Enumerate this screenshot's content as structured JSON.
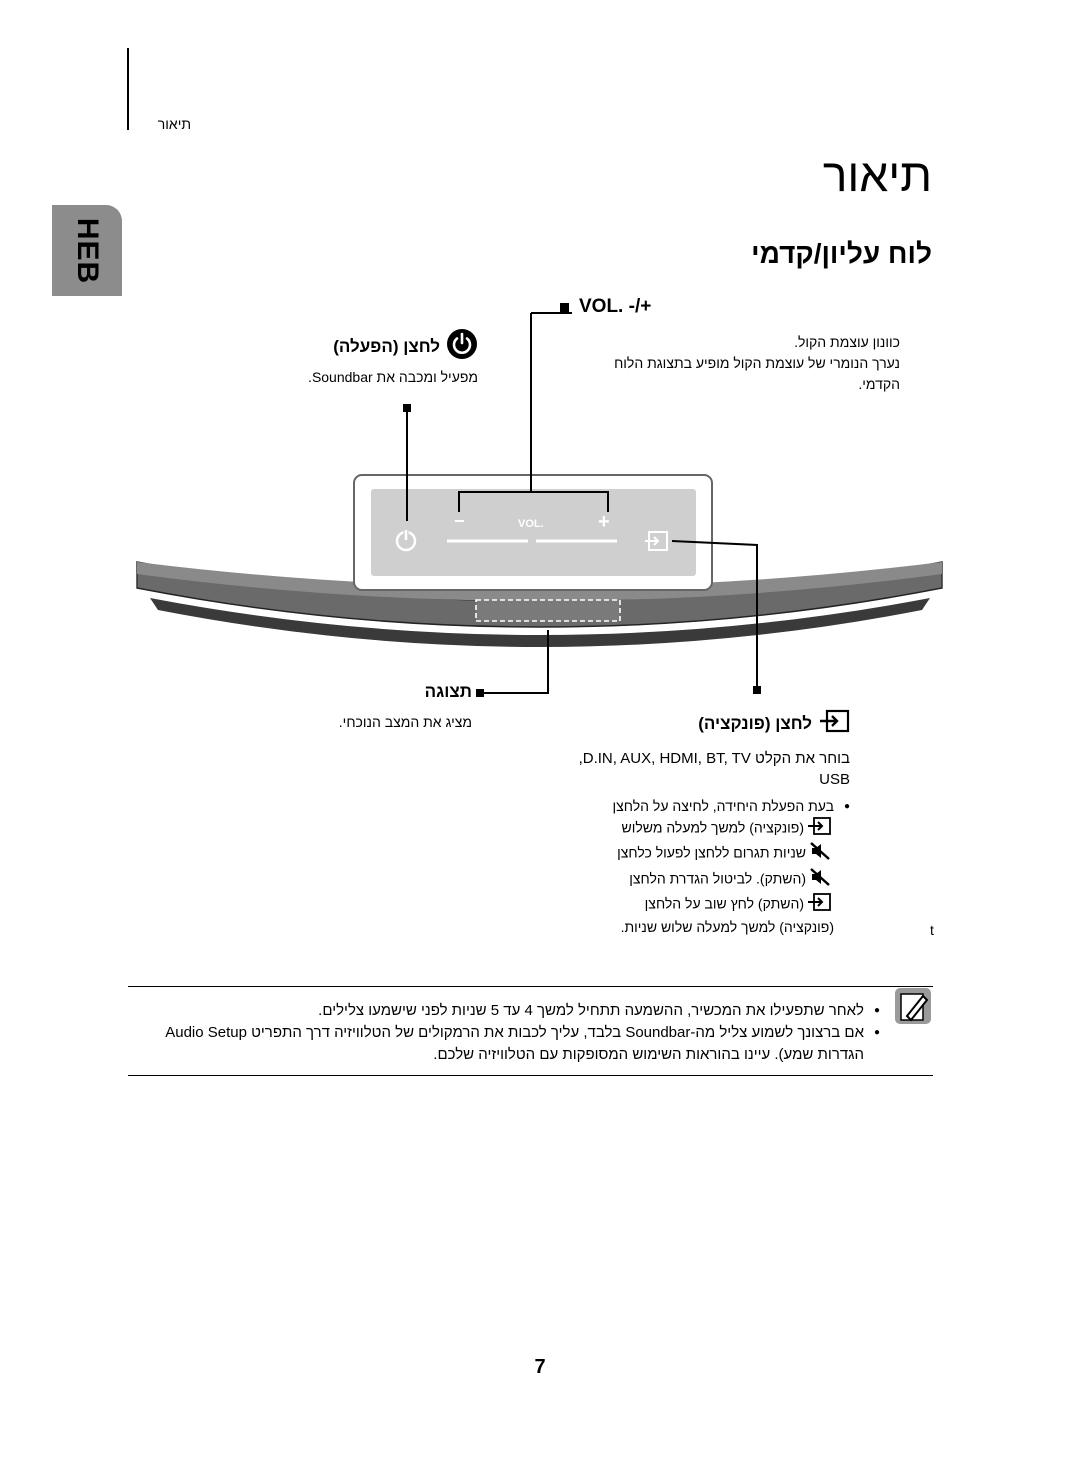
{
  "header": {
    "breadcrumb": "תיאור"
  },
  "page_title": "תיאור",
  "language_tab": "HEB",
  "section_title": "לוח עליון/קדמי",
  "callouts": {
    "volume": {
      "title": "VOL. -/+",
      "desc": [
        "כוונון עוצמת הקול.",
        "נערך הנומרי של עוצמת הקול מופיע בתצוגת הלוח",
        "הקדמי."
      ]
    },
    "power": {
      "title": "לחצן (הפעלה)",
      "desc": "מפעיל ומכבה את Soundbar."
    },
    "display": {
      "title": "תצוגה",
      "desc": "מציג את המצב הנוכחי."
    },
    "source": {
      "title": "לחצן (פונקציה)",
      "desc_lines": [
        "בוחר את הקלט D.IN, AUX, HDMI, BT, TV,",
        "USB"
      ],
      "bullets": [
        "בעת הפעלת היחידה, לחיצה על הלחצן",
        "(פונקציה) למשך למעלה משלוש",
        "שניות תגרום ללחצן לפעול כלחצן",
        "(השתק). לביטול הגדרת הלחצן",
        "(השתק) לחץ שוב על הלחצן",
        "(פונקציה) למשך למעלה שלוש שניות."
      ]
    }
  },
  "stray_char": "t",
  "device_labels": {
    "vol": "VOL.",
    "minus": "−",
    "plus": "+"
  },
  "notes": [
    "לאחר שתפעילו את המכשיר, ההשמעה תתחיל למשך 4 עד 5 שניות לפני שישמעו צלילים.",
    "אם ברצונך לשמוע צליל מה-Soundbar בלבד, עליך לכבות את הרמקולים של הטלוויזיה דרך התפריט Audio Setup",
    "הגדרות שמע). עיינו בהוראות השימוש המסופקות עם הטלוויזיה שלכם."
  ],
  "page_number": "7",
  "colors": {
    "lang_tab": "#8c8c8c",
    "panel": "#cfcfcf",
    "soundbar": "#4a4a4a"
  },
  "icons": [
    "power-icon",
    "source-icon",
    "mute-icon",
    "note-icon"
  ]
}
